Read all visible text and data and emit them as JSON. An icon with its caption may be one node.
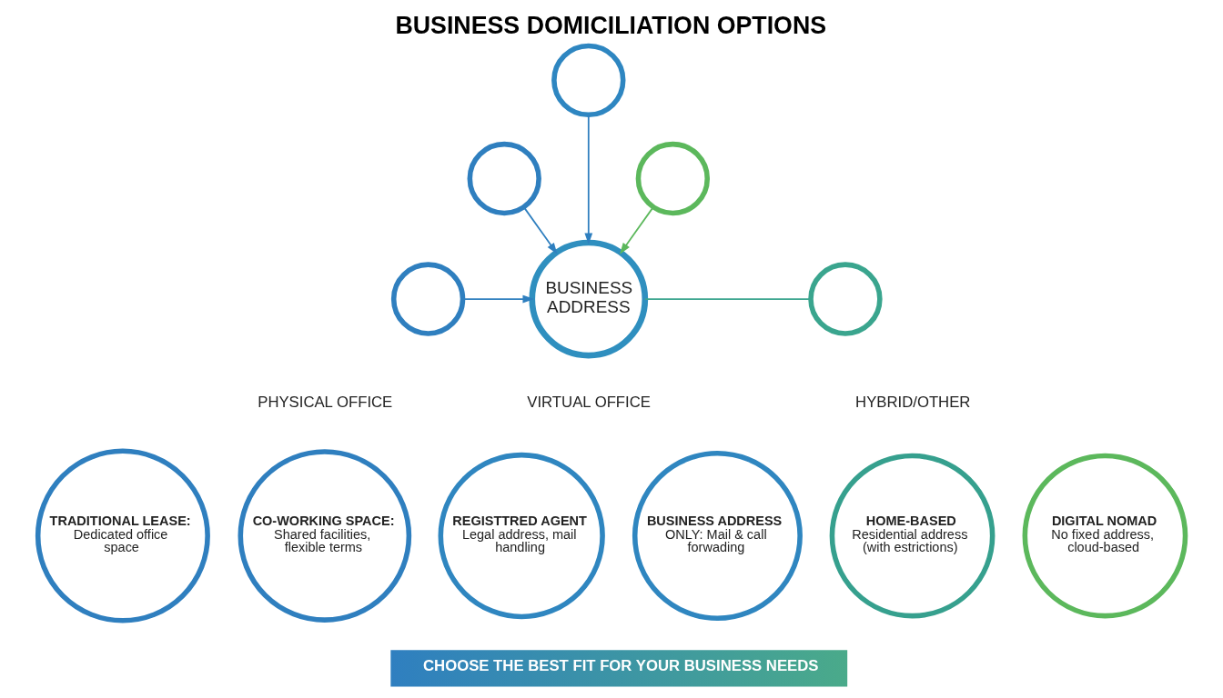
{
  "diagram": {
    "title": "BUSINESS DOMICILIATION OPTIONS",
    "nodes": [
      {
        "text": [],
        "shape": "circle"
      },
      {
        "text": [],
        "shape": "circle"
      },
      {
        "text": [],
        "shape": "circle"
      },
      {
        "text": [],
        "shape": "circle"
      },
      {
        "text": [
          "BUSINESS ADDRESS"
        ]
      },
      {
        "text": [],
        "shape": "circle"
      },
      {
        "text": [
          "TRADITIONAL LEASE:",
          "Dedicated office space"
        ]
      },
      {
        "text": [
          "CO-WORKING SPACE:",
          "Shared facilities, flexible terms"
        ]
      },
      {
        "text": [
          "REGISTTRED AGENT",
          "Legal address, mail handling"
        ]
      },
      {
        "text": [
          "BUSINESS ADDRESS",
          "ONLY: Mail & call forwading"
        ]
      },
      {
        "text": [
          "HOME-BASED",
          "Residential address (with estrictions)"
        ]
      },
      {
        "text": [
          "DIGITAL NOMAD",
          "No fixed address, cloud-based"
        ]
      },
      {
        "text": [
          "CHOOSE THE BEST FIT FOR YOUR BUSINESS NEEDS"
        ]
      }
    ],
    "edges": [
      {
        "from": 0,
        "to": 4,
        "arrow": "to"
      },
      {
        "from": 1,
        "to": 4,
        "arrow": "to"
      },
      {
        "from": 2,
        "to": 4,
        "arrow": "to",
        "color": "#5cb85c"
      },
      {
        "from": 3,
        "to": 4,
        "arrow": "to"
      },
      {
        "from": 4,
        "to": 5,
        "arrow": "none",
        "color": "#3aa58e"
      }
    ],
    "labels": [
      "PHYSICAL OFFICE",
      "VIRTUAL OFFICE",
      "HYBRID/OTHER"
    ]
  }
}
